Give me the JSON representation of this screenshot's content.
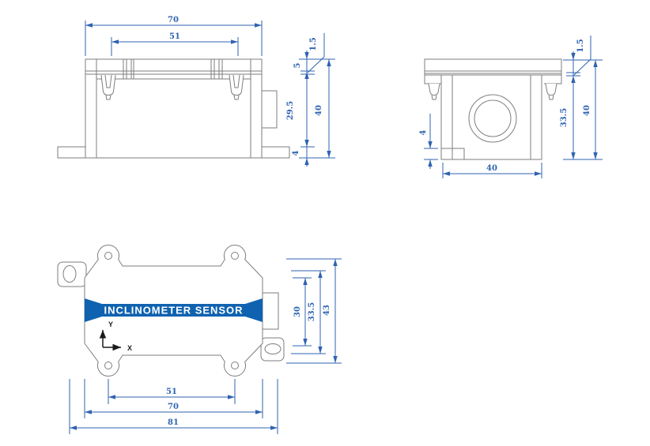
{
  "colors": {
    "dimension_blue": "#2f63b1",
    "outline_gray": "#7e7e7e",
    "band_blue": "#0f62b0",
    "axis_black": "#1b1b1b",
    "background": "#ffffff"
  },
  "front_view": {
    "dim_top_width": "70",
    "dim_latch_span": "51",
    "dim_lip": "1.5",
    "dim_lid_height": "5",
    "dim_body_height": "29.5",
    "dim_foot_height": "4",
    "dim_overall_height": "40"
  },
  "side_view": {
    "dim_lip": "1.5",
    "dim_inner_height": "33.5",
    "dim_overall_height": "40",
    "dim_foot_height": "4",
    "dim_width": "40"
  },
  "top_view": {
    "label": "INCLINOMETER SENSOR",
    "axis_x": "X",
    "axis_y": "Y",
    "dim_hole_span": "51",
    "dim_body_length": "70",
    "dim_overall_length": "81",
    "dim_inner_span": "30",
    "dim_mid_span": "33.5",
    "dim_overall_span": "43"
  }
}
